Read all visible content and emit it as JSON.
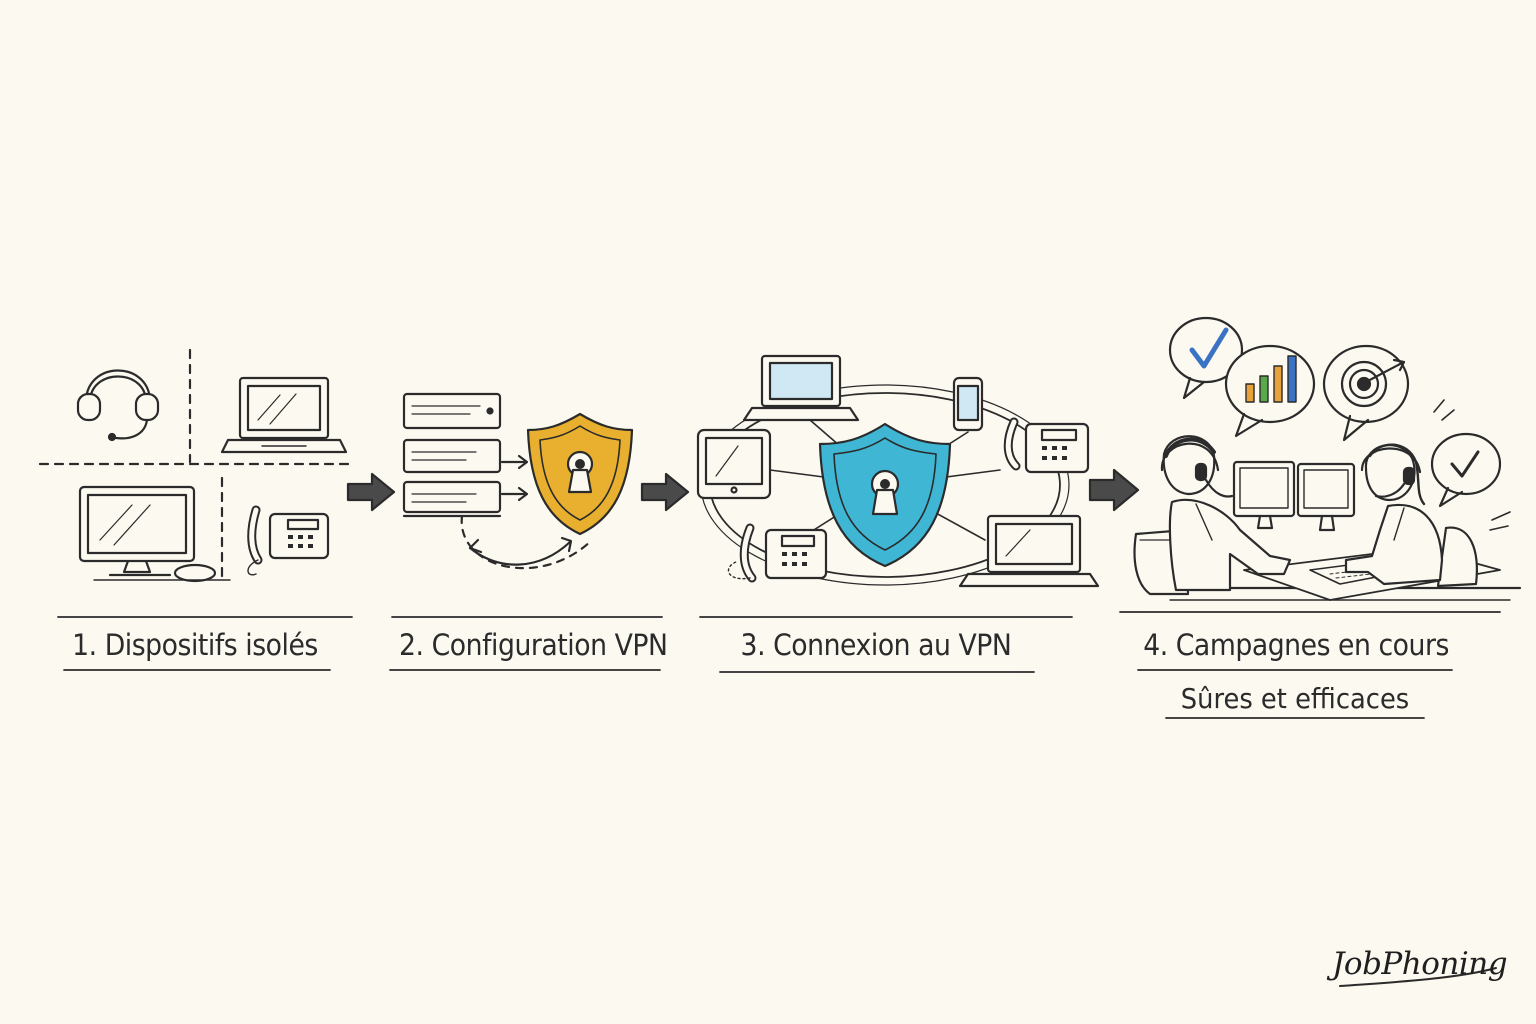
{
  "steps": [
    {
      "label": "1. Dispositifs isolés"
    },
    {
      "label": "2. Configuration VPN"
    },
    {
      "label": "3. Connexion au VPN"
    },
    {
      "label": "4. Campagnes en cours",
      "sublabel": "Sûres et efficaces"
    }
  ],
  "brand": "JobPhoning",
  "colors": {
    "background": "#fcf9f1",
    "ink": "#2b2b2b",
    "shield_config": "#e8b02e",
    "shield_connect": "#3fb6d3",
    "check": "#3a73c4",
    "bar_orange": "#e8a23a",
    "bar_green": "#58a94a",
    "bar_blue": "#3a73c4"
  },
  "icons": [
    "headset-icon",
    "laptop-icon",
    "desktop-icon",
    "desk-phone-icon",
    "server-rack-icon",
    "shield-lock-icon",
    "tablet-icon",
    "smartphone-icon",
    "checkmark-bubble-icon",
    "bar-chart-bubble-icon",
    "target-bubble-icon",
    "agent-icon"
  ]
}
